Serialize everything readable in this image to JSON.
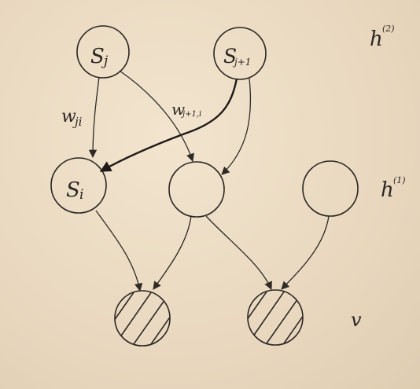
{
  "nodes": {
    "s_j": {
      "base": "S",
      "sub": "j"
    },
    "s_j1": {
      "base": "S",
      "sub": "j+1"
    },
    "s_i": {
      "base": "S",
      "sub": "i"
    }
  },
  "edges": {
    "w_ji": {
      "base": "w",
      "sub": "ji"
    },
    "w_j1i": {
      "base": "w",
      "sub": "j+1,i"
    }
  },
  "layers": {
    "h2": {
      "base": "h",
      "sup": "(2)"
    },
    "h1": {
      "base": "h",
      "sup": "(1)"
    },
    "v": "v"
  },
  "colors": {
    "paper": "#ecdcc4",
    "ink": "#2b2723"
  }
}
